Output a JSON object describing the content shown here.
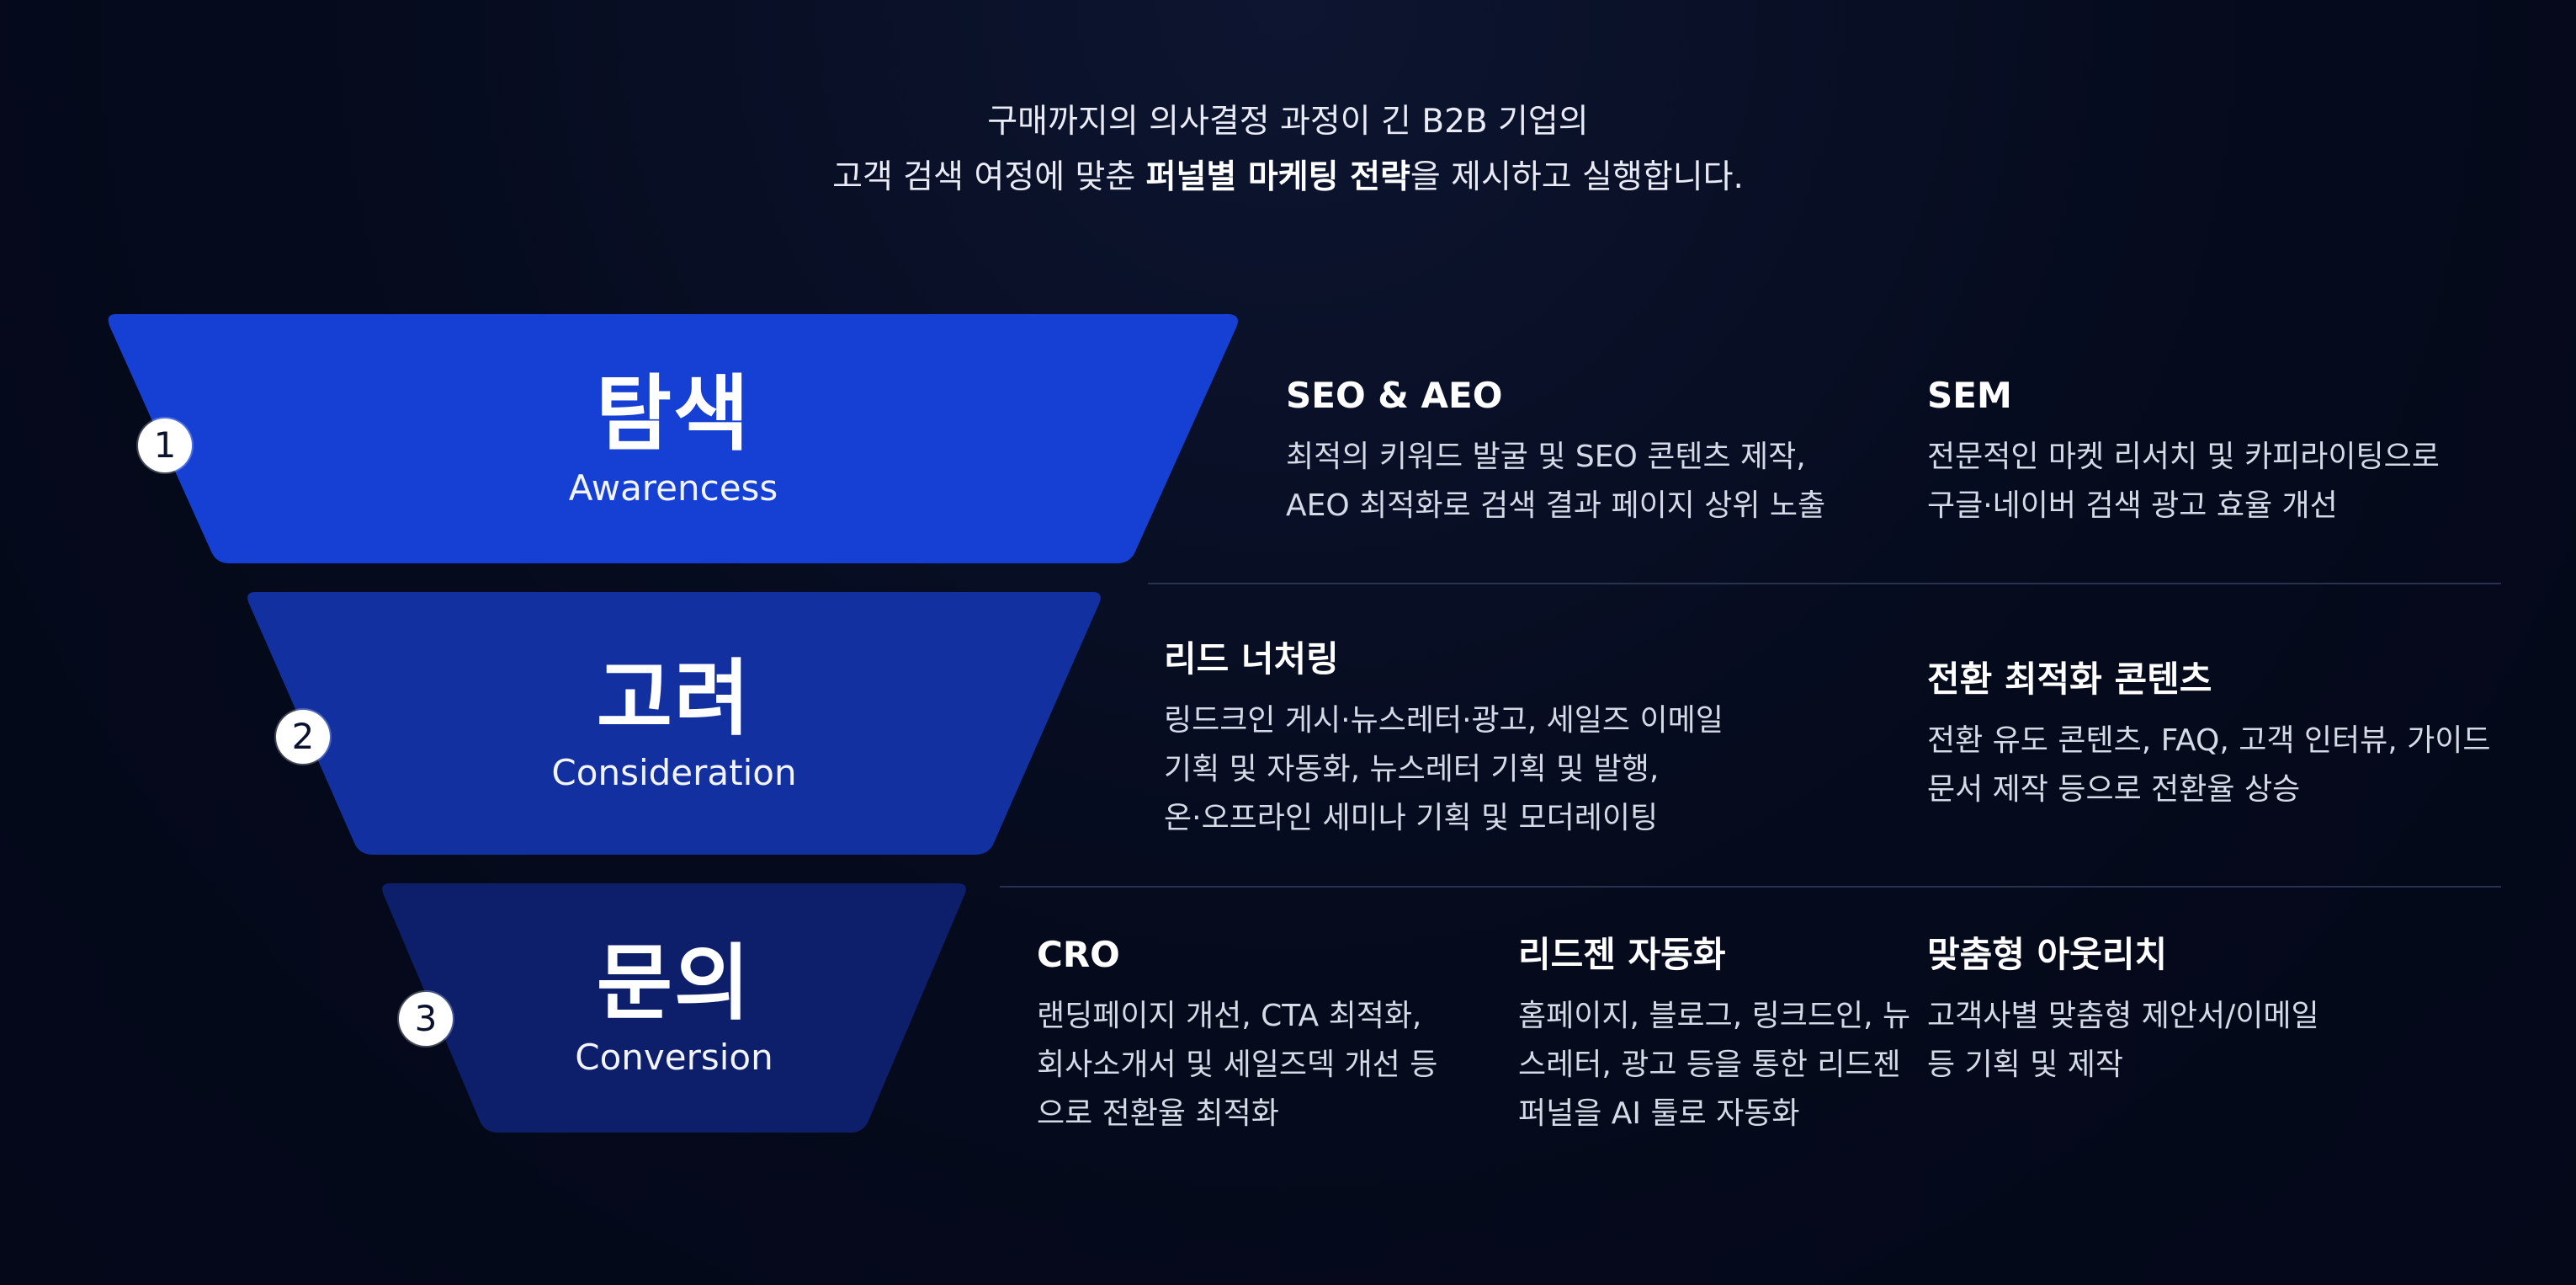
{
  "intro": {
    "line1": "구매까지의 의사결정 과정이 긴 B2B 기업의",
    "line2_pre": "고객 검색 여정에 맞춘 ",
    "line2_bold": "퍼널별 마케팅 전략",
    "line2_post": "을 제시하고 실행합니다."
  },
  "colors": {
    "stage1": "#1640d4",
    "stage2": "#1230a0",
    "stage3": "#0d1f6a",
    "background": "#050a1c"
  },
  "stages": [
    {
      "number": "1",
      "title": "탐색",
      "subtitle": "Awarencess",
      "items": [
        {
          "title": "SEO & AEO",
          "desc": "최적의 키워드 발굴 및 SEO 콘텐츠 제작,\nAEO 최적화로 검색 결과 페이지 상위 노출"
        },
        {
          "title": "SEM",
          "desc": "전문적인 마켓 리서치 및 카피라이팅으로\n구글·네이버 검색 광고 효율 개선"
        }
      ]
    },
    {
      "number": "2",
      "title": "고려",
      "subtitle": "Consideration",
      "items": [
        {
          "title": "리드 너처링",
          "desc": "링드크인 게시·뉴스레터·광고, 세일즈 이메일\n기획 및 자동화, 뉴스레터 기획 및 발행,\n온·오프라인 세미나 기획 및 모더레이팅"
        },
        {
          "title": "전환 최적화 콘텐츠",
          "desc": "전환 유도 콘텐츠, FAQ, 고객 인터뷰, 가이드\n문서 제작 등으로 전환율 상승"
        }
      ]
    },
    {
      "number": "3",
      "title": "문의",
      "subtitle": "Conversion",
      "items": [
        {
          "title": "CRO",
          "desc": "랜딩페이지 개선, CTA 최적화,\n회사소개서 및 세일즈덱 개선 등\n으로 전환율 최적화"
        },
        {
          "title": "리드젠 자동화",
          "desc": "홈페이지, 블로그, 링크드인, 뉴\n스레터, 광고 등을 통한 리드젠\n퍼널을 AI 툴로 자동화"
        },
        {
          "title": "맞춤형 아웃리치",
          "desc": "고객사별 맞춤형 제안서/이메일\n등 기획 및 제작"
        }
      ]
    }
  ]
}
